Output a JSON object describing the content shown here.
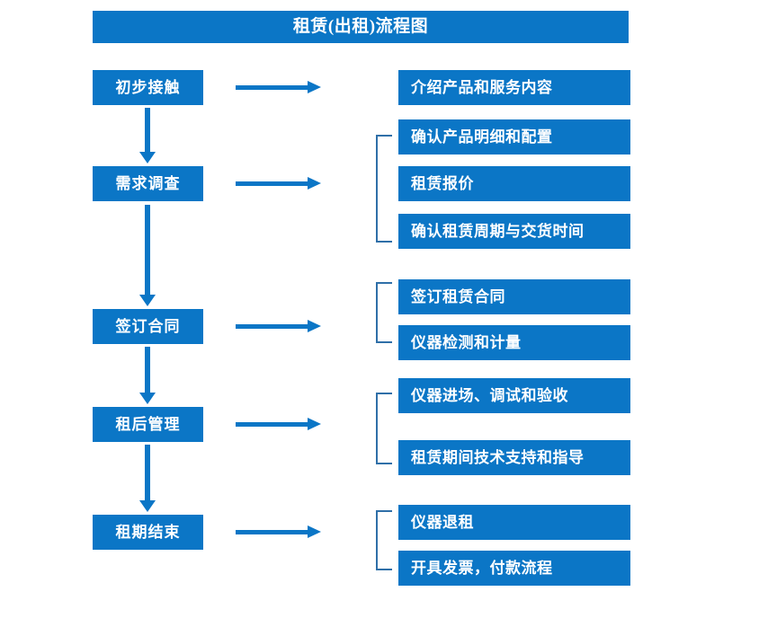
{
  "diagram": {
    "title": "租赁(出租)流程图",
    "colors": {
      "box_blue": "#0b76c6",
      "arrow_blue": "#0b76c6",
      "bracket_blue": "#2f6fa8",
      "text_white": "#ffffff",
      "background": "#ffffff"
    },
    "stages": [
      {
        "label": "初步接触"
      },
      {
        "label": "需求调查"
      },
      {
        "label": "签订合同"
      },
      {
        "label": "租后管理"
      },
      {
        "label": "租期结束"
      }
    ],
    "details": [
      {
        "label": "介绍产品和服务内容"
      },
      {
        "label": "确认产品明细和配置"
      },
      {
        "label": "租赁报价"
      },
      {
        "label": "确认租赁周期与交货时间"
      },
      {
        "label": "签订租赁合同"
      },
      {
        "label": "仪器检测和计量"
      },
      {
        "label": "仪器进场、调试和验收"
      },
      {
        "label": "租赁期间技术支持和指导"
      },
      {
        "label": "仪器退租"
      },
      {
        "label": "开具发票，付款流程"
      }
    ]
  }
}
